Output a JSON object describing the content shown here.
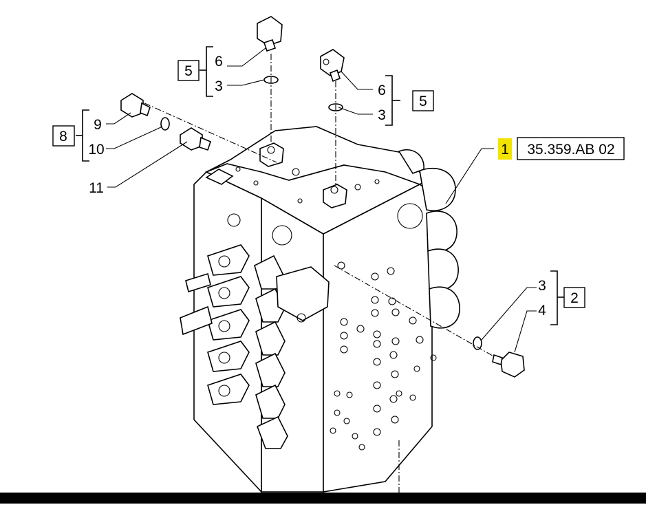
{
  "diagram": {
    "highlight_color": "#f2e400",
    "callouts": {
      "c1": "1",
      "ref": "35.359.AB 02",
      "c2": "2",
      "c3a": "3",
      "c3b": "3",
      "c3c": "3",
      "c4": "4",
      "c5a": "5",
      "c5b": "5",
      "c6a": "6",
      "c6b": "6",
      "c8": "8",
      "c9": "9",
      "c10": "10",
      "c11": "11"
    }
  }
}
